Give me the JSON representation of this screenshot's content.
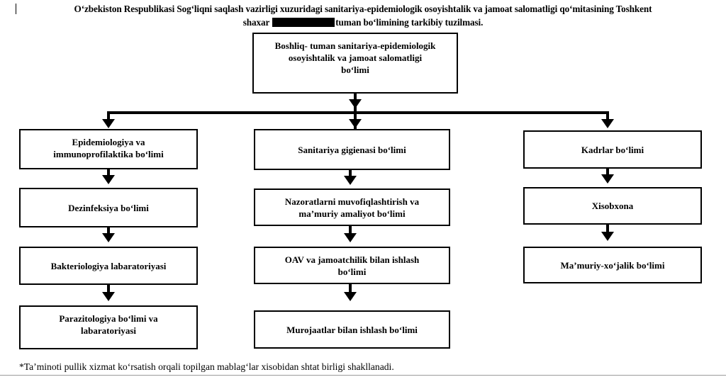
{
  "document": {
    "title_line1": "O‘zbekiston Respublikasi Sog‘liqni saqlash vazirligi xuzuridagi sanitariya-epidemiologik osoyishtalik va jamoat salomatligi  qo‘mitasining Toshkent",
    "title_line2_before_redaction": "shaxar ",
    "title_line2_after_redaction": "tuman  bo‘limining tarkibiy tuzilmasi.",
    "redaction_present": true,
    "footnote": "*Ta’minoti pullik xizmat ko‘rsatish orqali topilgan mablag‘lar xisobidan shtat birligi shakllanadi."
  },
  "chart_data": {
    "type": "diagram",
    "diagram_kind": "organizational-chart",
    "orientation": "top-down",
    "root": {
      "id": "root",
      "label": "Boshliq- tuman sanitariya-epidemiologik\nosoyishtalik va jamoat  salomatligi\nbo‘limi"
    },
    "branches": [
      {
        "column": "left",
        "nodes": [
          {
            "id": "left-1",
            "label": "Epidemiologiya va\nimmunoprofilaktika bo‘limi"
          },
          {
            "id": "left-2",
            "label": "Dezinfeksiya  bo‘limi"
          },
          {
            "id": "left-3",
            "label": "Bakteriologiya labaratoriyasi"
          },
          {
            "id": "left-4",
            "label": "Parazitologiya bo‘limi  va\nlabaratoriyasi"
          }
        ]
      },
      {
        "column": "middle",
        "nodes": [
          {
            "id": "mid-1",
            "label": "Sanitariya gigienasi bo‘limi"
          },
          {
            "id": "mid-2",
            "label": "Nazoratlarni muvofiqlashtirish va\nma’muriy amaliyot  bo‘limi"
          },
          {
            "id": "mid-3",
            "label": "OAV va jamoatchilik bilan ishlash\nbo‘limi"
          },
          {
            "id": "mid-4",
            "label": "Murojaatlar bilan ishlash bo‘limi"
          }
        ]
      },
      {
        "column": "right",
        "nodes": [
          {
            "id": "right-1",
            "label": "Kadrlar bo‘limi"
          },
          {
            "id": "right-2",
            "label": "Xisobxona"
          },
          {
            "id": "right-3",
            "label": "Ma’muriy-xo‘jalik bo‘limi"
          }
        ]
      }
    ],
    "colors": {
      "background": "#ffffff",
      "line": "#000000",
      "text": "#000000",
      "redaction": "#000000"
    }
  }
}
